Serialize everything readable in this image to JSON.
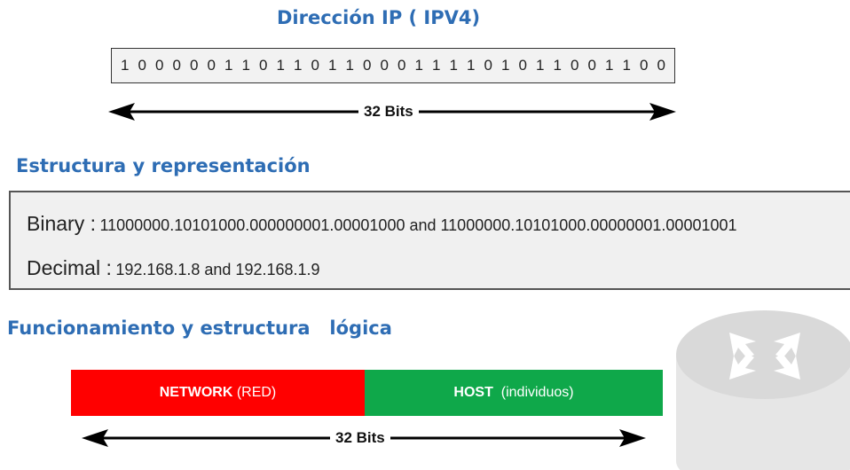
{
  "headings": {
    "ip_title": "Dirección IP ( IPV4)",
    "structure_title": "Estructura y representación",
    "logic_title": "Funcionamiento y estructura   lógica"
  },
  "bits": [
    "1",
    "0",
    "0",
    "0",
    "0",
    "0",
    "1",
    "1",
    "0",
    "1",
    "1",
    "0",
    "1",
    "1",
    "0",
    "0",
    "0",
    "1",
    "1",
    "1",
    "1",
    "0",
    "1",
    "0",
    "1",
    "1",
    "0",
    "0",
    "1",
    "1",
    "0",
    "0"
  ],
  "bits_label_top": "32 Bits",
  "representation": {
    "binary_key": "Binary :",
    "binary_value": "11000000.10101000.000000001.00001000 and 11000000.10101000.00000001.00001001",
    "decimal_key": "Decimal :",
    "decimal_value": "192.168.1.8 and 192.168.1.9"
  },
  "segments": {
    "network_strong": "NETWORK",
    "network_weak": " (RED)",
    "host_strong": "HOST",
    "host_weak": "  (individuos)"
  },
  "bits_label_bottom": "32 Bits",
  "colors": {
    "heading": "#2e6db4",
    "network": "#ff0000",
    "host": "#0fa84a"
  }
}
